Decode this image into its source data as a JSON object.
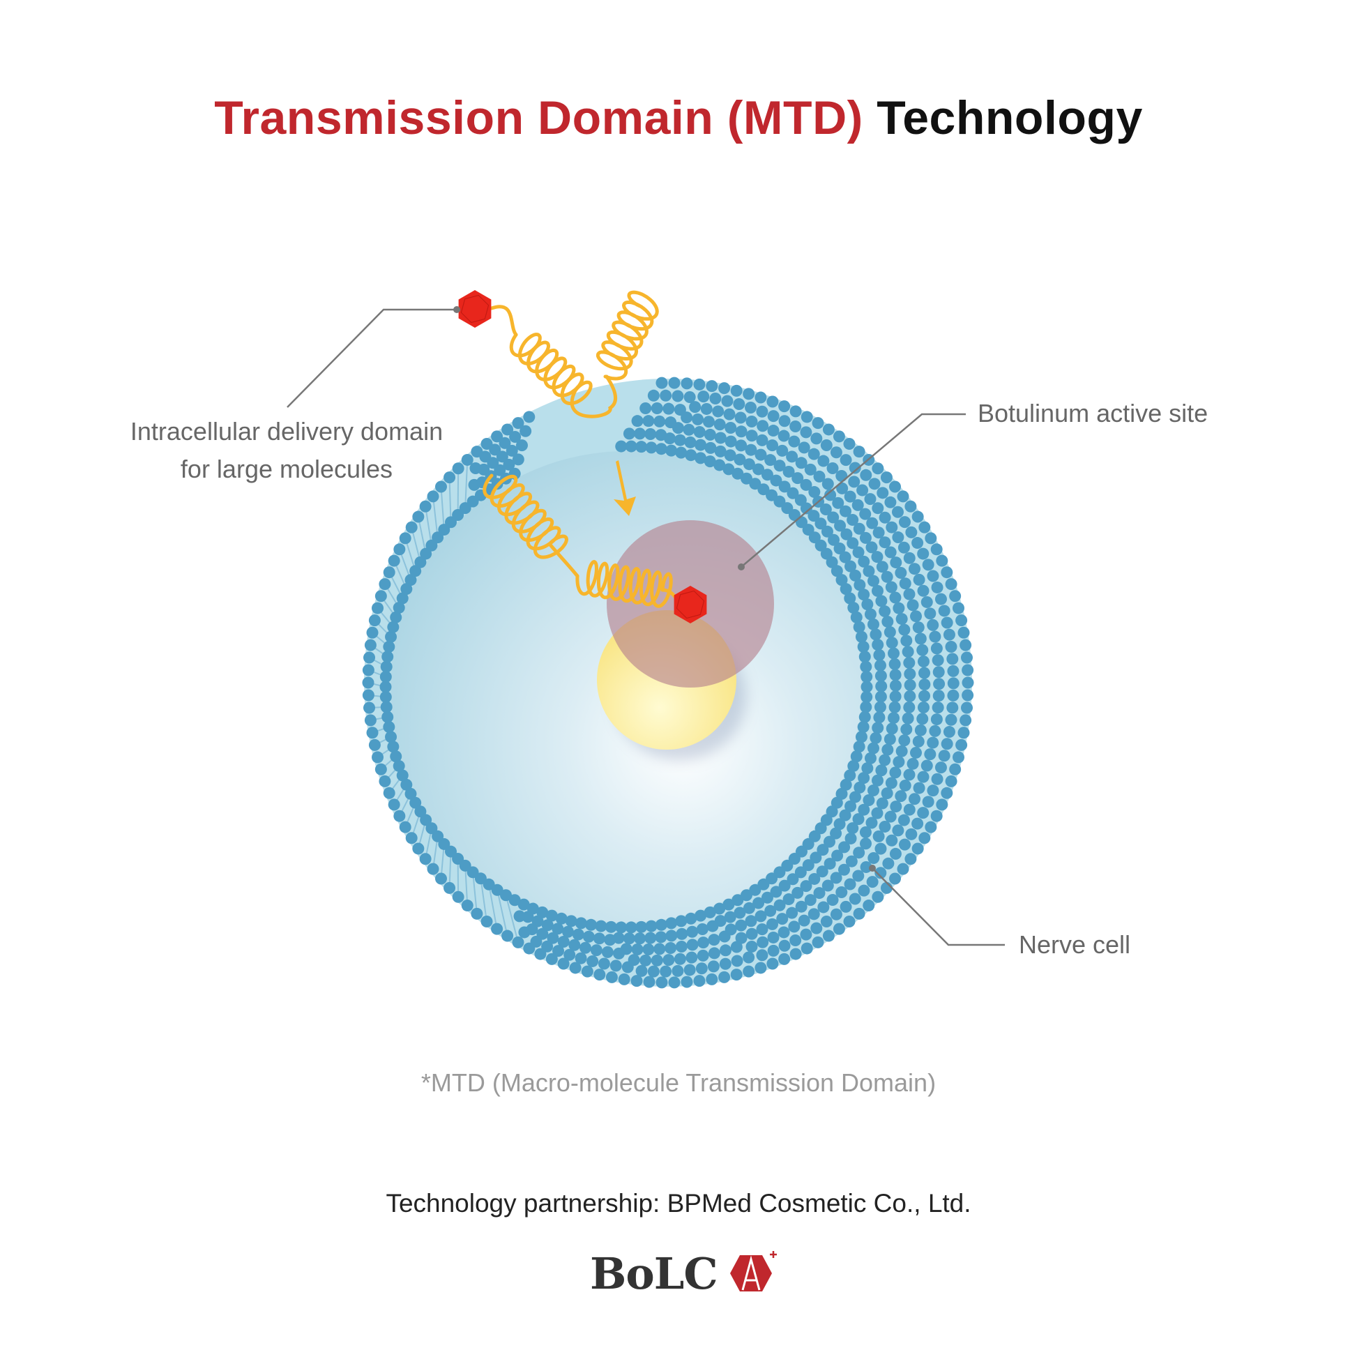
{
  "title": {
    "part1": "Transmission Domain (MTD)",
    "part2": "Technology"
  },
  "labels": {
    "delivery_line1": "Intracellular delivery domain",
    "delivery_line2": "for large molecules",
    "botulinum": "Botulinum active site",
    "nerve": "Nerve cell"
  },
  "footnote": "*MTD (Macro-molecule Transmission Domain)",
  "partnership": "Technology partnership: BPMed Cosmetic Co., Ltd.",
  "logo": {
    "text": "BoLC",
    "mark": "A",
    "plus": "+"
  },
  "colors": {
    "title_red": "#c0272d",
    "membrane": "#4d9cc5",
    "spring": "#f7b52c",
    "molecule": "#e8261c",
    "active_site": "#b88f9a",
    "nucleus": "#fbe98a",
    "logo_red": "#c0272d"
  }
}
